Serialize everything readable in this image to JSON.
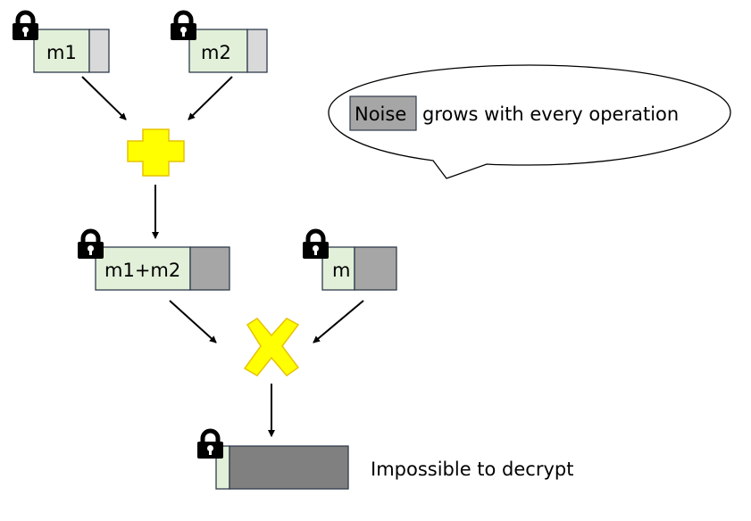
{
  "boxes": {
    "m1": {
      "label": "m1",
      "noise_level": "low"
    },
    "m2": {
      "label": "m2",
      "noise_level": "low"
    },
    "sum": {
      "label": "m1+m2",
      "noise_level": "medium"
    },
    "m": {
      "label": "m",
      "noise_level": "medium"
    },
    "result": {
      "label": "",
      "noise_level": "high"
    }
  },
  "operations": {
    "add": {
      "icon": "plus-icon"
    },
    "multiply": {
      "icon": "multiply-icon"
    }
  },
  "callout": {
    "noise_label": "Noise",
    "text": "grows with every operation"
  },
  "result_caption": "Impossible to decrypt",
  "colors": {
    "message_fill": "#E2F0D9",
    "noise_low": "#D9D9D9",
    "noise_medium": "#A6A6A6",
    "noise_high": "#808080",
    "operation_fill": "#FFFF00",
    "operation_stroke": "#E6C300",
    "box_stroke": "#2F3B4C",
    "lock": "#000000"
  }
}
